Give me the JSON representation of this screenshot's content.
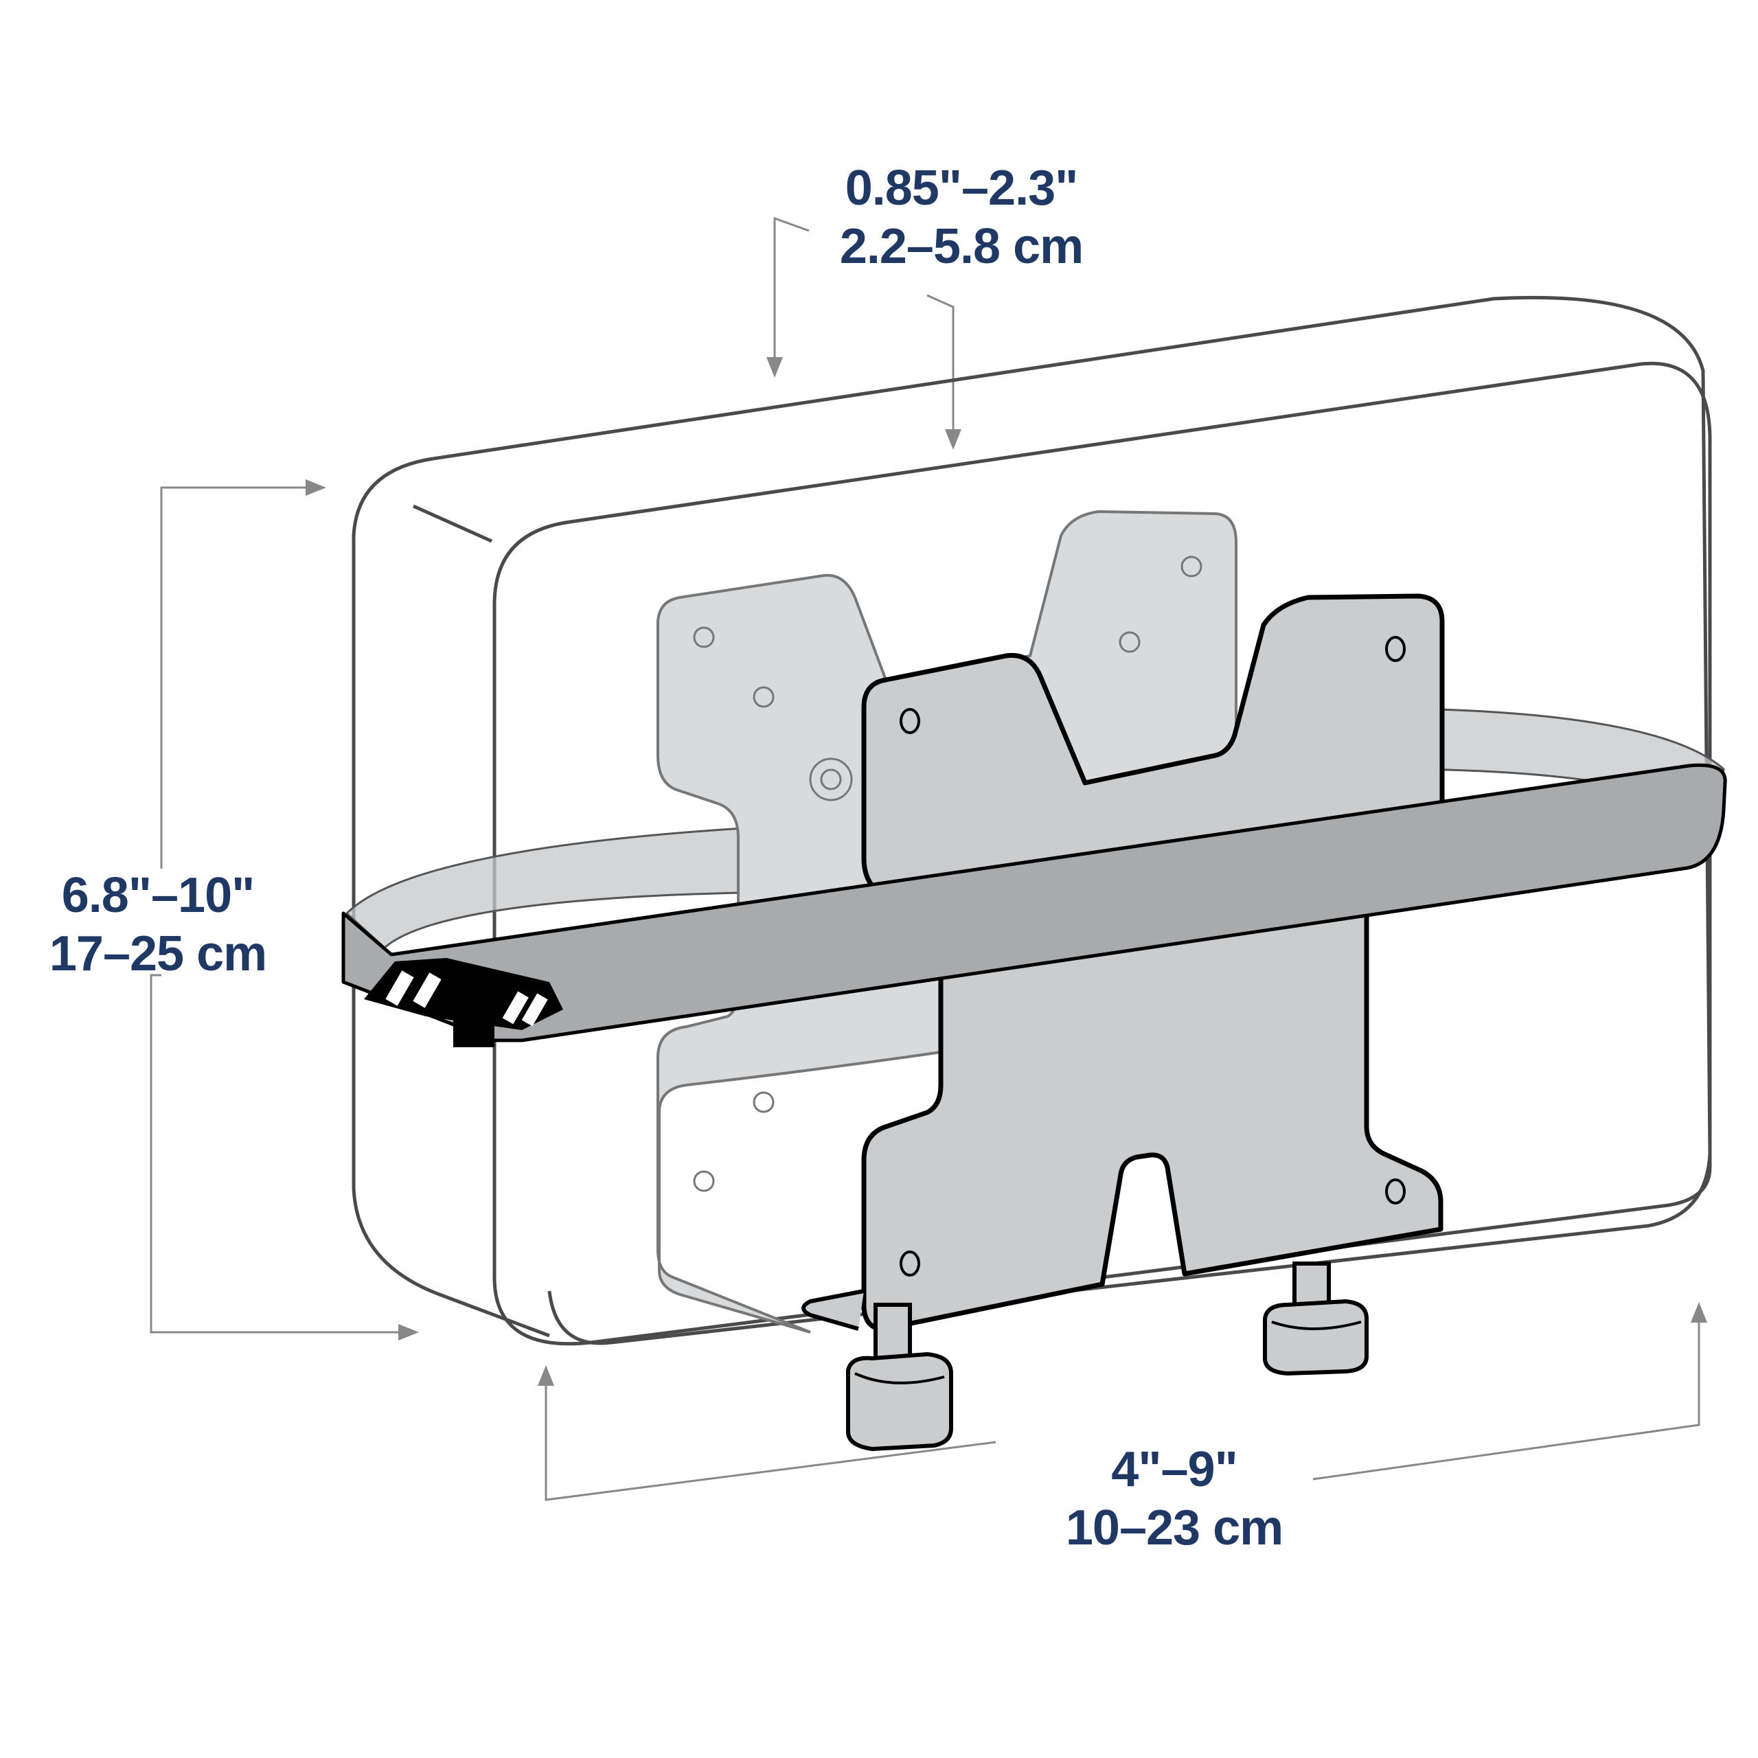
{
  "diagram": {
    "subject": "Mini PC / thin-client holder bracket with strap, shown around a device",
    "colors": {
      "label_text": "#1f3864",
      "dimension_lines": "#888888",
      "bracket_fill": "#cbcccd",
      "strap_fill": "#a9aaac",
      "outline": "#000000",
      "device_outline": "#4a4a4a",
      "background": "#ffffff"
    },
    "dimensions": {
      "depth": {
        "imperial": "0.85\"–2.3\"",
        "metric": "2.2–5.8 cm"
      },
      "height": {
        "imperial": "6.8\"–10\"",
        "metric": "17–25 cm"
      },
      "width": {
        "imperial": "4\"–9\"",
        "metric": "10–23 cm"
      }
    },
    "parts": {
      "device": "device-body",
      "front_bracket": "front-bracket-plate",
      "rear_bracket": "rear-bracket-plate",
      "strap": "strap",
      "buckle": "buckle",
      "feet": [
        "foot-knob-left",
        "foot-knob-right"
      ]
    }
  }
}
